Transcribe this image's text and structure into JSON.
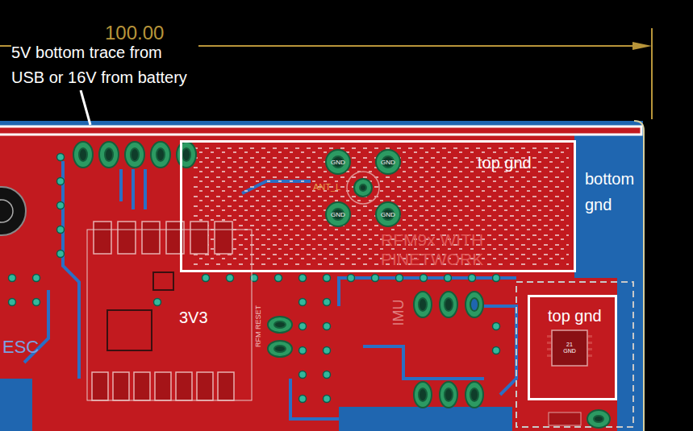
{
  "diagram": {
    "nodes": [
      {
        "text": [
          "top gnd"
        ]
      },
      {
        "text": [
          "top gnd"
        ]
      }
    ],
    "labels": [
      "100.00",
      "5V bottom trace from USB or 16V from battery",
      "bottom gnd",
      "3V3",
      "ANT_L",
      "GND",
      "GND",
      "GND",
      "GND",
      "RFM9x WITH",
      "PINETWORK",
      "RFM RESET",
      "ESC",
      "IMU",
      "21 GND"
    ]
  }
}
